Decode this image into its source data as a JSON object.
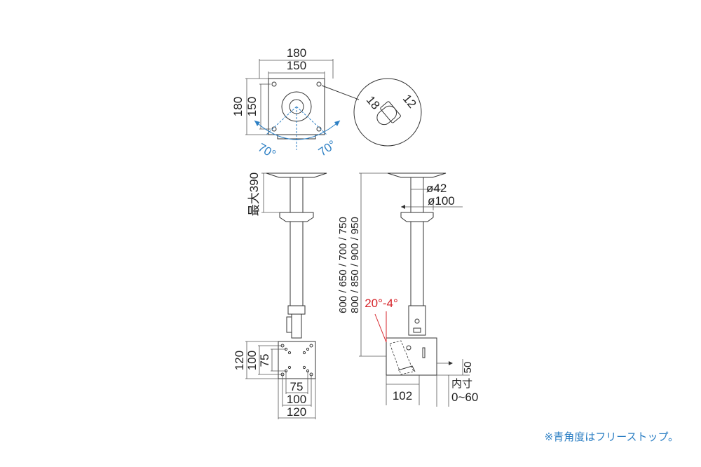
{
  "top_view": {
    "dim_180_w": "180",
    "dim_150_w": "150",
    "dim_180_h": "180",
    "dim_150_h": "150",
    "angle_left": "70°",
    "angle_right": "70°",
    "slot_18": "18",
    "slot_12": "12"
  },
  "front_view": {
    "max_390": "最大390",
    "vesa_120_h": "120",
    "vesa_100_h": "100",
    "vesa_75_h": "75",
    "vesa_75_w": "75",
    "vesa_100_w": "100",
    "vesa_120_w": "120"
  },
  "side_view": {
    "lengths_line1": "600 / 650 / 700 / 750",
    "lengths_line2": "800 / 850 / 900 / 950",
    "pipe_dia": "ø42",
    "flange_dia": "ø100",
    "tilt": "20°-4°",
    "dim_102": "102",
    "dim_50": "50",
    "inner_label": "内寸",
    "inner_range": "0~60"
  },
  "note": "※青角度はフリーストップ。",
  "colors": {
    "accent_blue": "#2c7fc4",
    "accent_red": "#d6252b"
  }
}
